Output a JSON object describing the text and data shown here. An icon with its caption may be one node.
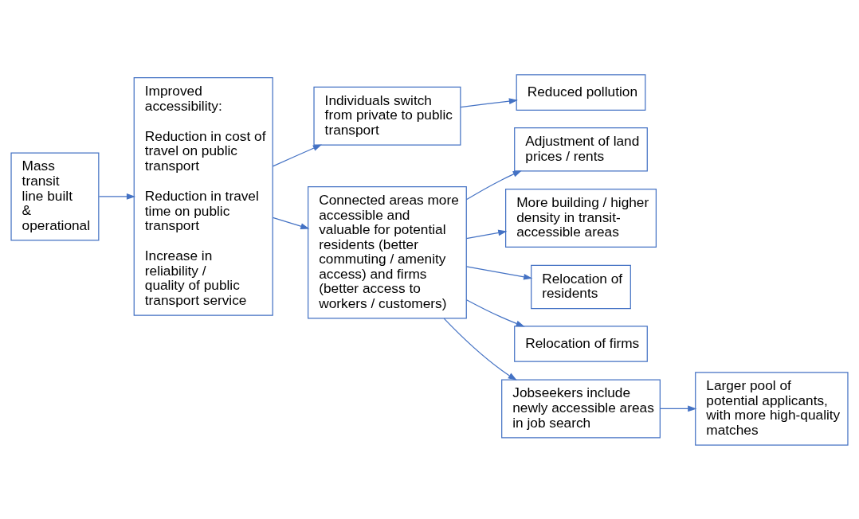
{
  "diagram": {
    "nodes": [
      {
        "text": [
          "Mass transit line built & operational"
        ]
      },
      {
        "text": [
          "Improved accessibility:",
          "Reduction in cost of travel on public transport",
          "Reduction in travel time on public transport",
          "Increase in reliability / quality of public transport service"
        ]
      },
      {
        "text": [
          "Individuals switch from private to public transport"
        ]
      },
      {
        "text": [
          "Connected areas more accessible and valuable for potential residents (better commuting / amenity access) and firms (better access to workers / customers)"
        ]
      },
      {
        "text": [
          "Reduced pollution"
        ]
      },
      {
        "text": [
          "Adjustment of land prices / rents"
        ]
      },
      {
        "text": [
          "More building / higher density in transit-accessible areas"
        ]
      },
      {
        "text": [
          "Relocation of residents"
        ]
      },
      {
        "text": [
          "Relocation of firms"
        ]
      },
      {
        "text": [
          "Jobseekers include newly accessible areas in job search"
        ]
      },
      {
        "text": [
          "Larger pool of potential applicants, with more high-quality matches"
        ]
      }
    ],
    "edges": [
      {
        "from": 0,
        "to": 1,
        "arrow": "to"
      },
      {
        "from": 1,
        "to": 2,
        "arrow": "to"
      },
      {
        "from": 1,
        "to": 3,
        "arrow": "to"
      },
      {
        "from": 2,
        "to": 4,
        "arrow": "to"
      },
      {
        "from": 3,
        "to": 5,
        "arrow": "to"
      },
      {
        "from": 3,
        "to": 6,
        "arrow": "to"
      },
      {
        "from": 3,
        "to": 7,
        "arrow": "to"
      },
      {
        "from": 3,
        "to": 8,
        "arrow": "to"
      },
      {
        "from": 3,
        "to": 9,
        "arrow": "to"
      },
      {
        "from": 9,
        "to": 10,
        "arrow": "to"
      }
    ]
  }
}
